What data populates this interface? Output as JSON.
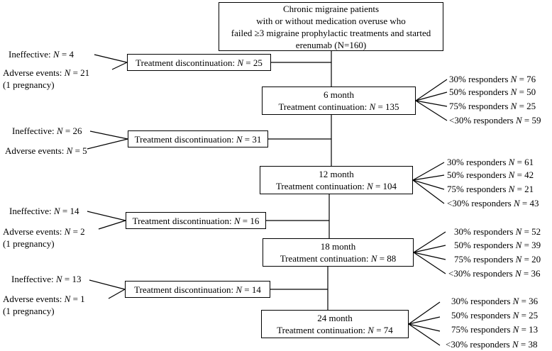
{
  "top": {
    "lines": [
      "Chronic migraine patients",
      "with or without medication overuse who",
      "failed ≥3 migraine prophylactic treatments and started",
      "erenumab (N=160)"
    ]
  },
  "n_symbol": "N",
  "equals": " = ",
  "disc_label": "Treatment discontinuation: ",
  "cont_label": "Treatment continuation: ",
  "reason_ineffective": "Ineffective: ",
  "reason_adverse": "Adverse events: ",
  "pregnancy_note": "(1 pregnancy)",
  "resp_30": "30% responders ",
  "resp_50": "50% responders ",
  "resp_75": "75% responders ",
  "resp_lt30": "<30% responders ",
  "stages": [
    {
      "disc": {
        "n": "25",
        "ineffective": "4",
        "adverse": "21",
        "note": "(1 pregnancy)"
      },
      "period": "6 month",
      "continuation": "135",
      "responders": {
        "r30": "76",
        "r50": "50",
        "r75": "25",
        "rlt30": "59"
      }
    },
    {
      "disc": {
        "n": "31",
        "ineffective": "26",
        "adverse": "5",
        "note": ""
      },
      "period": "12 month",
      "continuation": "104",
      "responders": {
        "r30": "61",
        "r50": "42",
        "r75": "21",
        "rlt30": "43"
      }
    },
    {
      "disc": {
        "n": "16",
        "ineffective": "14",
        "adverse": "2",
        "note": "(1 pregnancy)"
      },
      "period": "18 month",
      "continuation": "88",
      "responders": {
        "r30": "52",
        "r50": "39",
        "r75": "20",
        "rlt30": "36"
      }
    },
    {
      "disc": {
        "n": "14",
        "ineffective": "13",
        "adverse": "1",
        "note": "(1 pregnancy)"
      },
      "period": "24 month",
      "continuation": "74",
      "responders": {
        "r30": "36",
        "r50": "25",
        "r75": "13",
        "rlt30": "38"
      }
    }
  ]
}
